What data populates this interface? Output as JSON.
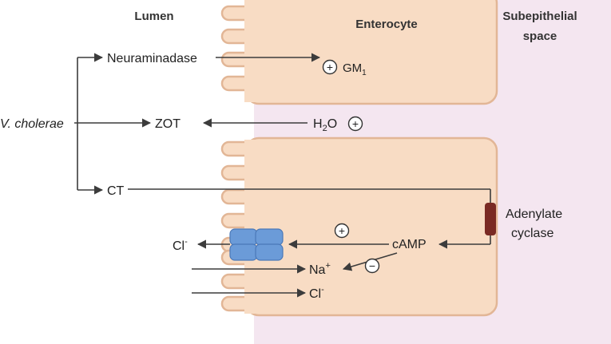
{
  "headers": {
    "lumen": "Lumen",
    "enterocyte": "Enterocyte",
    "subepithelial_line1": "Subepithelial",
    "subepithelial_line2": "space"
  },
  "labels": {
    "v_cholerae": "V. cholerae",
    "neuraminadase": "Neuraminadase",
    "zot": "ZOT",
    "ct": "CT",
    "gm1": "GM",
    "gm1_sub": "1",
    "h2o_h": "H",
    "h2o_sub": "2",
    "h2o_o": "O",
    "adenylate_line1": "Adenylate",
    "adenylate_line2": "cyclase",
    "camp": "cAMP",
    "cl_out": "Cl",
    "cl_out_sup": "-",
    "na": "Na",
    "na_sup": "+",
    "cl_in": "Cl",
    "cl_in_sup": "-"
  },
  "symbols": {
    "plus": "+",
    "minus": "−"
  },
  "colors": {
    "subepithelial_bg": "#f4e6f0",
    "cell_fill": "#f8dcc4",
    "cell_stroke": "#e2b696",
    "channel": "#6b9bd8",
    "adenylate": "#7a2a24"
  }
}
